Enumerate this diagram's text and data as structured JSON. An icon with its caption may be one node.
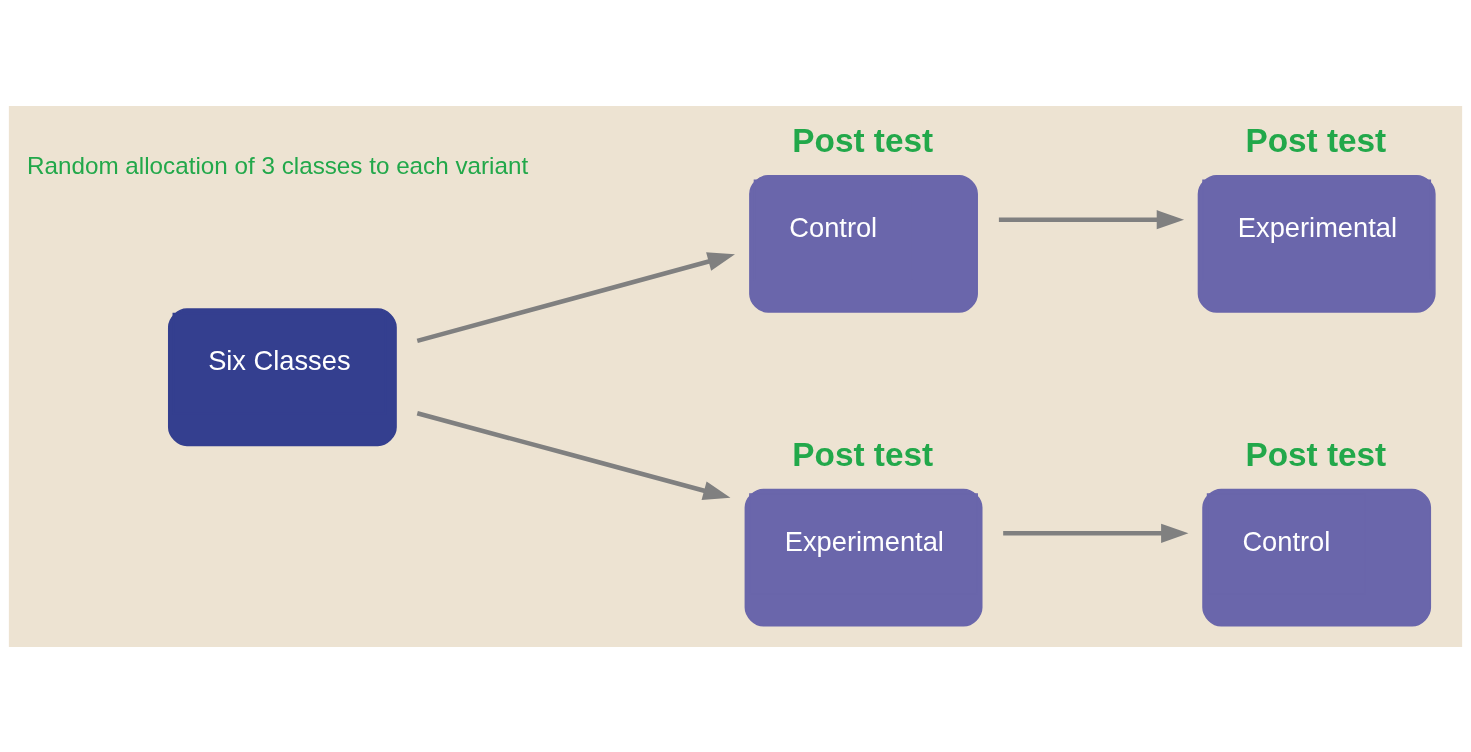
{
  "diagram": {
    "nodes": [
      {
        "text": [
          "Six Classes"
        ]
      },
      {
        "text": [
          "Post test",
          "Control"
        ]
      },
      {
        "text": [
          "Post test",
          "Experimental"
        ]
      },
      {
        "text": [
          "Post test",
          "Experimental"
        ]
      },
      {
        "text": [
          "Post test",
          "Control"
        ]
      }
    ],
    "edges": [
      {
        "from": 0,
        "to": 1,
        "arrow": "to"
      },
      {
        "from": 0,
        "to": 3,
        "arrow": "to"
      },
      {
        "from": 1,
        "to": 2,
        "arrow": "to"
      },
      {
        "from": 3,
        "to": 4,
        "arrow": "to"
      }
    ],
    "labels": [
      "Random allocation of 3 classes to each variant"
    ]
  }
}
